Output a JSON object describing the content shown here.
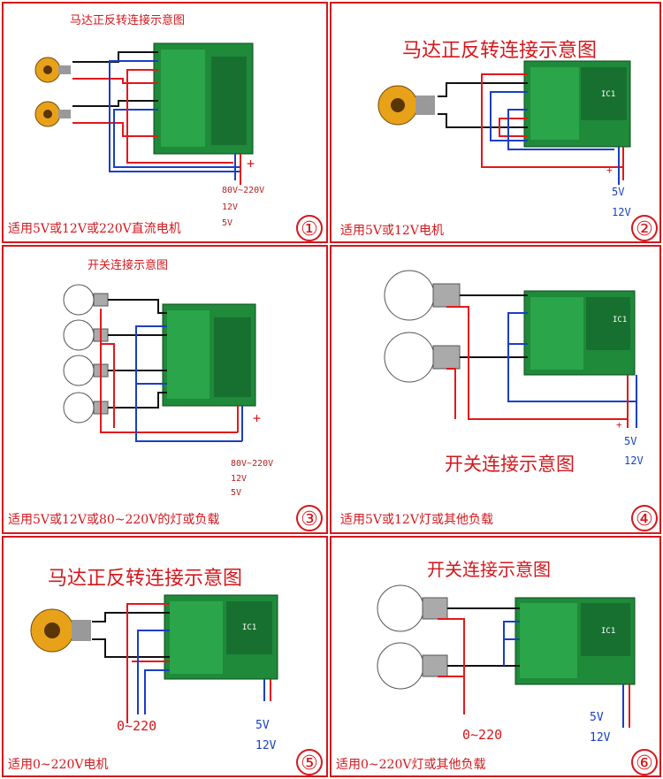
{
  "colors": {
    "border": "#d4171c",
    "wire_red": "#e4171c",
    "wire_blue": "#1a3fc4",
    "wire_black": "#111111",
    "pcb": "#1f8a3a"
  },
  "panels": [
    {
      "num": "①",
      "title": "马达正反转连接示意图",
      "caption": "适用5V或12V或220V直流电机",
      "plus": "+",
      "supply": [
        "80V~220V",
        "12V",
        "5V"
      ]
    },
    {
      "num": "②",
      "title": "马达正反转连接示意图",
      "caption": "适用5V或12V电机",
      "plus": "+",
      "supply": [
        "5V",
        "12V"
      ],
      "chip": "IC1"
    },
    {
      "num": "③",
      "title": "开关连接示意图",
      "caption": "适用5V或12V或80~220V的灯或负载",
      "plus": "+",
      "supply": [
        "80V~220V",
        "12V",
        "5V"
      ]
    },
    {
      "num": "④",
      "title": "开关连接示意图",
      "caption": "适用5V或12V灯或其他负载",
      "plus": "+",
      "supply": [
        "5V",
        "12V"
      ],
      "chip": "IC1"
    },
    {
      "num": "⑤",
      "title": "马达正反转连接示意图",
      "caption": "适用0~220V电机",
      "ac": "0~220",
      "supply": [
        "5V",
        "12V"
      ],
      "chip": "IC1"
    },
    {
      "num": "⑥",
      "title": "开关连接示意图",
      "caption": "适用0~220V灯或其他负载",
      "ac": "0~220",
      "supply": [
        "5V",
        "12V"
      ],
      "chip": "IC1"
    }
  ]
}
